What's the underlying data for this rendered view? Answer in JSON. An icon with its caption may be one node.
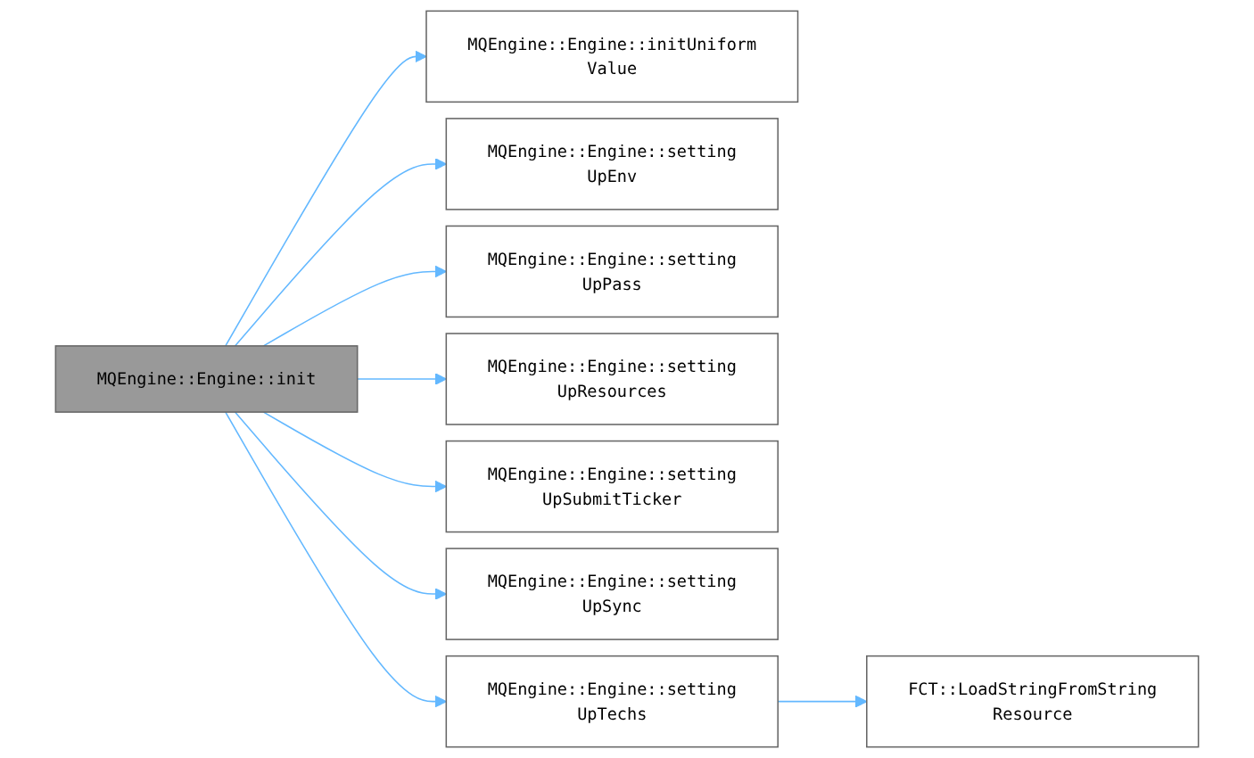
{
  "diagram": {
    "nodes": [
      {
        "text": [
          "MQEngine::Engine::init"
        ]
      },
      {
        "text": [
          "MQEngine::Engine::initUniform Value"
        ]
      },
      {
        "text": [
          "MQEngine::Engine::setting UpEnv"
        ]
      },
      {
        "text": [
          "MQEngine::Engine::setting UpPass"
        ]
      },
      {
        "text": [
          "MQEngine::Engine::setting UpResources"
        ]
      },
      {
        "text": [
          "MQEngine::Engine::setting UpSubmitTicker"
        ]
      },
      {
        "text": [
          "MQEngine::Engine::setting UpSync"
        ]
      },
      {
        "text": [
          "MQEngine::Engine::setting UpTechs"
        ]
      },
      {
        "text": [
          "FCT::LoadStringFromString Resource"
        ]
      }
    ],
    "edges": [
      {
        "from": 0,
        "to": 1,
        "arrow": "to"
      },
      {
        "from": 0,
        "to": 2,
        "arrow": "to"
      },
      {
        "from": 0,
        "to": 3,
        "arrow": "to"
      },
      {
        "from": 0,
        "to": 4,
        "arrow": "to"
      },
      {
        "from": 0,
        "to": 5,
        "arrow": "to"
      },
      {
        "from": 0,
        "to": 6,
        "arrow": "to"
      },
      {
        "from": 0,
        "to": 7,
        "arrow": "to"
      },
      {
        "from": 7,
        "to": 8,
        "arrow": "to"
      }
    ]
  }
}
